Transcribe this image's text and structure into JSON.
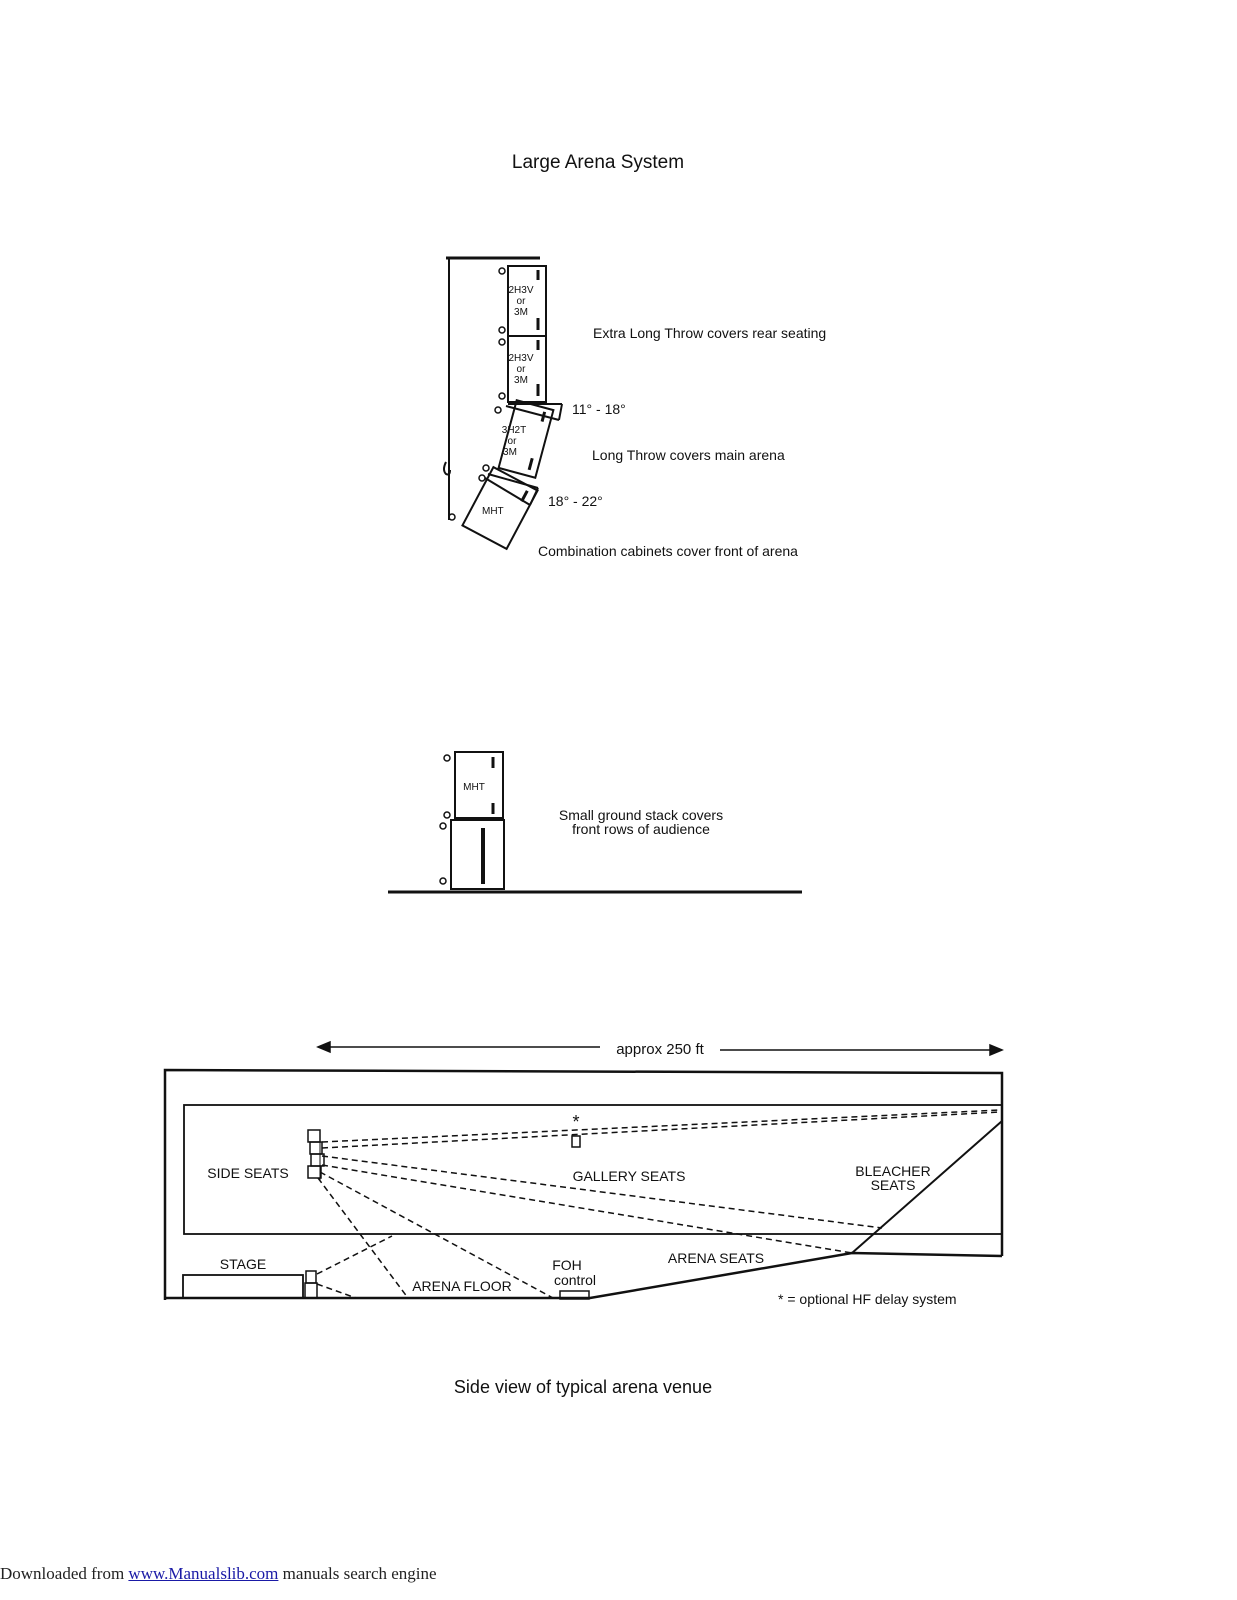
{
  "title": "Large Arena System",
  "flown_array": {
    "cabinets": [
      {
        "label_lines": [
          "2H3V",
          "or",
          "3M"
        ]
      },
      {
        "label_lines": [
          "2H3V",
          "or",
          "3M"
        ]
      },
      {
        "label_lines": [
          "3H2T",
          "or",
          "3M"
        ]
      },
      {
        "label_lines": [
          "MHT"
        ]
      }
    ],
    "angle_upper": "11° - 18°",
    "angle_lower": "18° - 22°",
    "note_extra_long_throw": "Extra Long Throw covers rear seating",
    "note_long_throw": "Long Throw covers main arena",
    "note_combination": "Combination cabinets cover front of arena"
  },
  "ground_stack": {
    "cabinet_label": "MHT",
    "note_line1": "Small ground stack covers",
    "note_line2": "front rows of audience"
  },
  "arena_view": {
    "dimension_label": "approx 250 ft",
    "side_seats": "SIDE SEATS",
    "gallery_seats": "GALLERY SEATS",
    "bleacher_line1": "BLEACHER",
    "bleacher_line2": "SEATS",
    "stage": "STAGE",
    "arena_floor": "ARENA FLOOR",
    "foh_line1": "FOH",
    "foh_line2": "control",
    "arena_seats": "ARENA SEATS",
    "delay_marker": "*",
    "legend": "* = optional HF delay system"
  },
  "caption": "Side view of typical arena venue",
  "footer": {
    "prefix": "Downloaded from ",
    "link_text": "www.Manualslib.com",
    "suffix": "  manuals search engine"
  }
}
